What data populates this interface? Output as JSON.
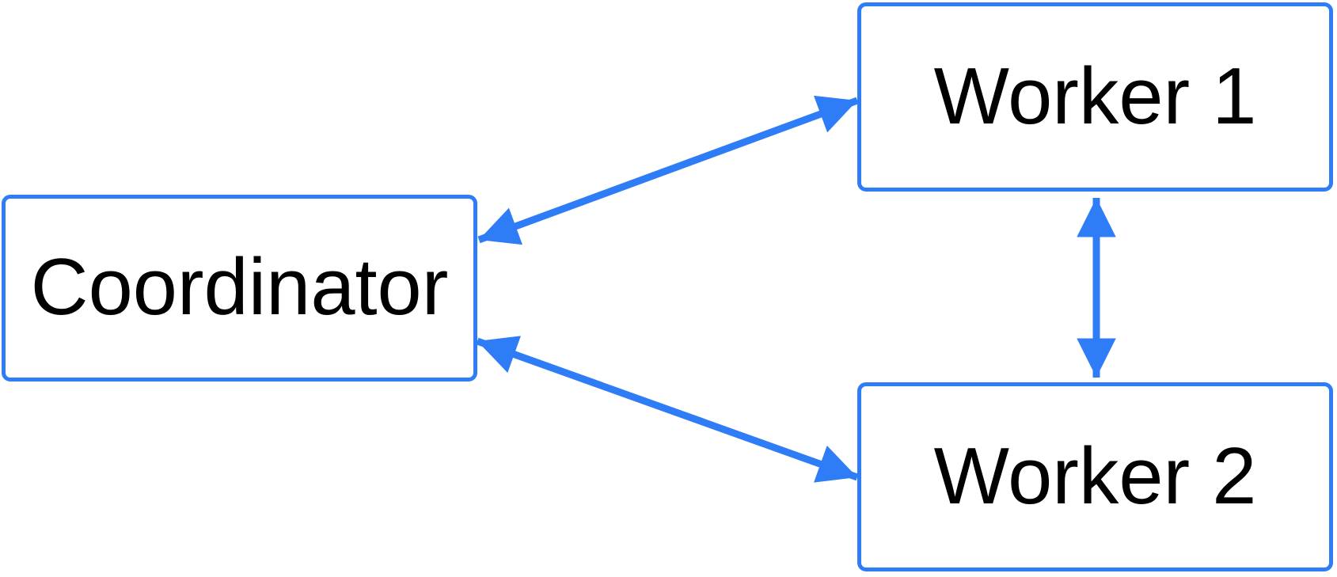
{
  "diagram": {
    "kind": "node-link-diagram",
    "background_color": "#FFFFFF",
    "accent_color": "#2E7CF6",
    "text_color": "#000000",
    "nodes": [
      {
        "id": "coordinator",
        "label": "Coordinator"
      },
      {
        "id": "worker1",
        "label": "Worker 1"
      },
      {
        "id": "worker2",
        "label": "Worker 2"
      }
    ],
    "edges": [
      {
        "from": "coordinator",
        "to": "worker1",
        "bidirectional": true
      },
      {
        "from": "coordinator",
        "to": "worker2",
        "bidirectional": true
      },
      {
        "from": "worker1",
        "to": "worker2",
        "bidirectional": true
      }
    ]
  }
}
